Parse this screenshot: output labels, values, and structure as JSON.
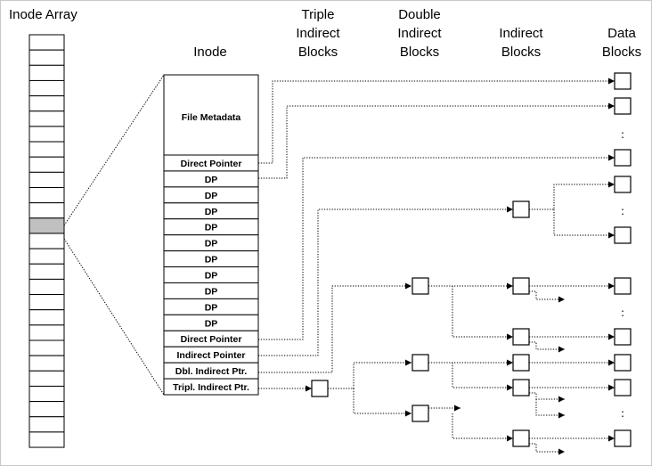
{
  "headers": {
    "inode_array": "Inode Array",
    "inode": "Inode",
    "triple_indirect": [
      "Triple",
      "Indirect",
      "Blocks"
    ],
    "double_indirect": [
      "Double",
      "Indirect",
      "Blocks"
    ],
    "indirect": [
      "Indirect",
      "Blocks"
    ],
    "data": [
      "Data",
      "Blocks"
    ]
  },
  "inode_fields": {
    "metadata": "File Metadata",
    "direct_pointer_first": "Direct Pointer",
    "dp_entries": [
      "DP",
      "DP",
      "DP",
      "DP",
      "DP",
      "DP",
      "DP",
      "DP",
      "DP",
      "DP"
    ],
    "direct_pointer_last": "Direct Pointer",
    "indirect_pointer": "Indirect Pointer",
    "dbl_indirect_ptr": "Dbl. Indirect Ptr.",
    "tripl_indirect_ptr": "Tripl. Indirect Ptr."
  },
  "ellipsis": ":",
  "colors": {
    "line": "#000000",
    "highlight_cell": "#c0c0c0",
    "frame": "#c8c8c8"
  }
}
